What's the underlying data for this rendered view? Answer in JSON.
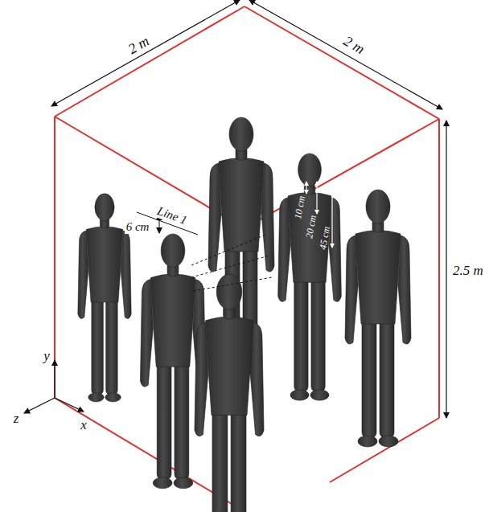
{
  "diagram": {
    "labels": [
      "2 m",
      "2 m",
      "2.5 m",
      "Line 1",
      "6 cm",
      "10 cm",
      "20 cm",
      "45 cm",
      "y",
      "z",
      "x"
    ]
  }
}
